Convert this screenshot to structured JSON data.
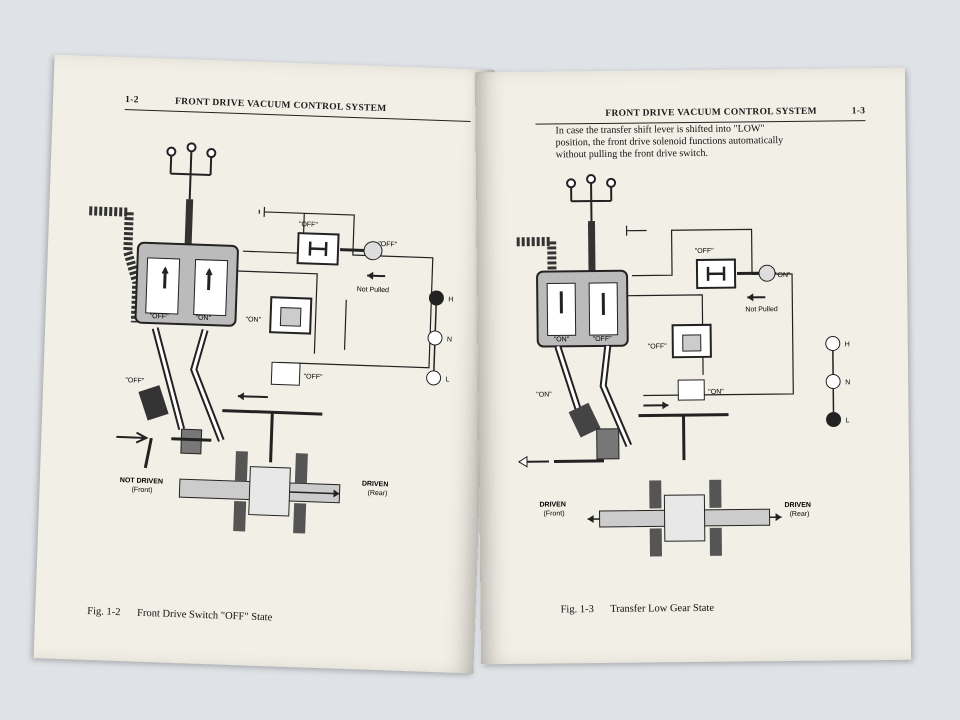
{
  "left_page": {
    "page_number": "1-2",
    "header_title": "FRONT DRIVE VACUUM CONTROL SYSTEM",
    "figure_number": "Fig. 1-2",
    "figure_caption": "Front Drive Switch \"OFF\" State",
    "diagram_labels": {
      "switch_off": "\"OFF\"",
      "switch_off2": "\"OFF\"",
      "not_pulled": "Not Pulled",
      "solenoid_off": "\"OFF\"",
      "solenoid_on": "\"ON\"",
      "valve_on": "\"ON\"",
      "valve_off": "\"OFF\"",
      "lever_off": "\"OFF\"",
      "not_driven": "NOT DRIVEN",
      "front": "(Front)",
      "driven": "DRIVEN",
      "rear": "(Rear)",
      "pos_h": "H",
      "pos_n": "N",
      "pos_l": "L"
    }
  },
  "right_page": {
    "page_number": "1-3",
    "header_title": "FRONT DRIVE VACUUM CONTROL SYSTEM",
    "intro_lines": [
      "In case the transfer shift lever is shifted into \"LOW\"",
      "position, the front drive solenoid functions automatically",
      "without pulling the front drive switch."
    ],
    "figure_number": "Fig. 1-3",
    "figure_caption": "Transfer Low Gear State",
    "diagram_labels": {
      "switch_off": "\"OFF\"",
      "switch_on": "\"ON\"",
      "not_pulled": "Not Pulled",
      "solenoid_on": "\"ON\"",
      "solenoid_off": "\"OFF\"",
      "valve_off": "\"OFF\"",
      "lever_on": "\"ON\"",
      "valve_on": "\"ON\"",
      "driven_front": "DRIVEN",
      "front": "(Front)",
      "driven_rear": "DRIVEN",
      "rear": "(Rear)",
      "pos_h": "H",
      "pos_n": "N",
      "pos_l": "L"
    }
  }
}
